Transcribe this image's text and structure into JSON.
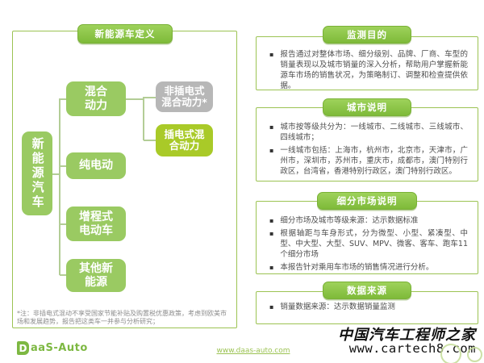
{
  "slide": {
    "left_panel": {
      "title": "新能源车定义",
      "root": "新能源汽车",
      "nodes": {
        "hybrid": "混合\n动力",
        "non_plugin_hybrid": "非插电式\n混合动力*",
        "plugin_hybrid": "插电式混\n合动力",
        "pure_electric": "纯电动",
        "extended_range": "增程式\n电动车",
        "other_new_energy": "其他新\n能源"
      },
      "footnote": "*注：非插电式混动不享受国家节能补贴及购置税优惠政策，考虑到欧美市场和发展趋势，报告把这类车一并参与分析研究；"
    },
    "sections": [
      {
        "title": "监测目的",
        "bullets": [
          "报告通过对整体市场、细分级别、品牌、厂商、车型的销量表现以及城市销量的深入分析，帮助用户掌握新能源车市场的销售状况，为策略制订、调整和检查提供依据。"
        ]
      },
      {
        "title": "城市说明",
        "bullets": [
          "城市按等级共分为：一线城市、二线城市、三线城市、四线城市；",
          "一线城市包括：上海市，杭州市，北京市，天津市，广州市，深圳市，苏州市，重庆市，成都市，澳门特别行政区，台湾省，香港特别行政区，澳门特别行政区。"
        ]
      },
      {
        "title": "细分市场说明",
        "bullets": [
          "细分市场及城市等级来源：达示数据标准",
          "根据轴距与车身形式，分为微型、小型、紧凑型、中型、中大型、大型、SUV、MPV、微客、客车、跑车11个细分市场",
          "本报告针对乘用车市场的销售情况进行分析。"
        ]
      },
      {
        "title": "数据来源",
        "bullets": [
          "销量数据来源：达示数据销量监测"
        ]
      }
    ],
    "footer": {
      "logo_d": "D",
      "logo_text": "aaS-Auto",
      "link": "www.daas-auto.com",
      "watermark_line1": "中国汽车工程师之家",
      "watermark_line2": "www.cartech8.com"
    },
    "colors": {
      "badge_green": "#8dc63f",
      "node_green": "#9aca62",
      "node_bright_green": "#a9ca28",
      "node_gray": "#b7b7b7",
      "panel_border_green": "#9cc353",
      "connector_green": "#b3cd96",
      "body_text": "#4d4d4d",
      "logo_green": "#7db842"
    }
  }
}
